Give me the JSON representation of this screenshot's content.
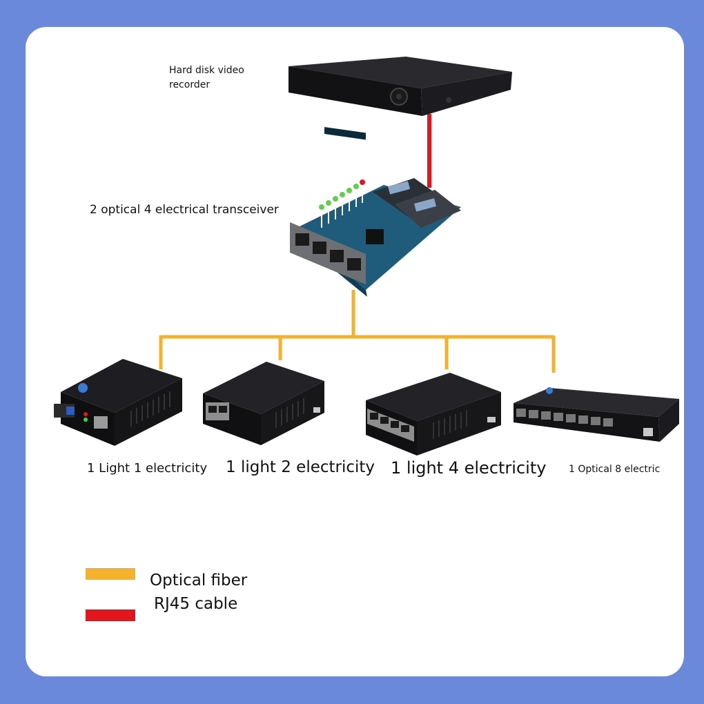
{
  "colors": {
    "background": "#6b89db",
    "card": "#ffffff",
    "optical_fiber": "#f5b02c",
    "rj45_cable": "#e3151d"
  },
  "devices": {
    "dvr": {
      "label": "Hard disk video\nrecorder",
      "icon": "hard-disk-video-recorder-icon"
    },
    "transceiver": {
      "label": "2 optical 4 electrical transceiver",
      "icon": "transceiver-board-icon"
    },
    "converters": [
      {
        "label": "1 Light 1 electricity",
        "icon": "media-converter-1-port-icon"
      },
      {
        "label": "1 light 2 electricity",
        "icon": "media-converter-2-port-icon"
      },
      {
        "label": "1 light 4 electricity",
        "icon": "media-converter-4-port-icon"
      },
      {
        "label": "1 Optical 8 electric",
        "icon": "fiber-switch-8-port-icon"
      }
    ]
  },
  "legend": {
    "optical_fiber": "Optical fiber",
    "rj45_cable": "RJ45 cable"
  }
}
